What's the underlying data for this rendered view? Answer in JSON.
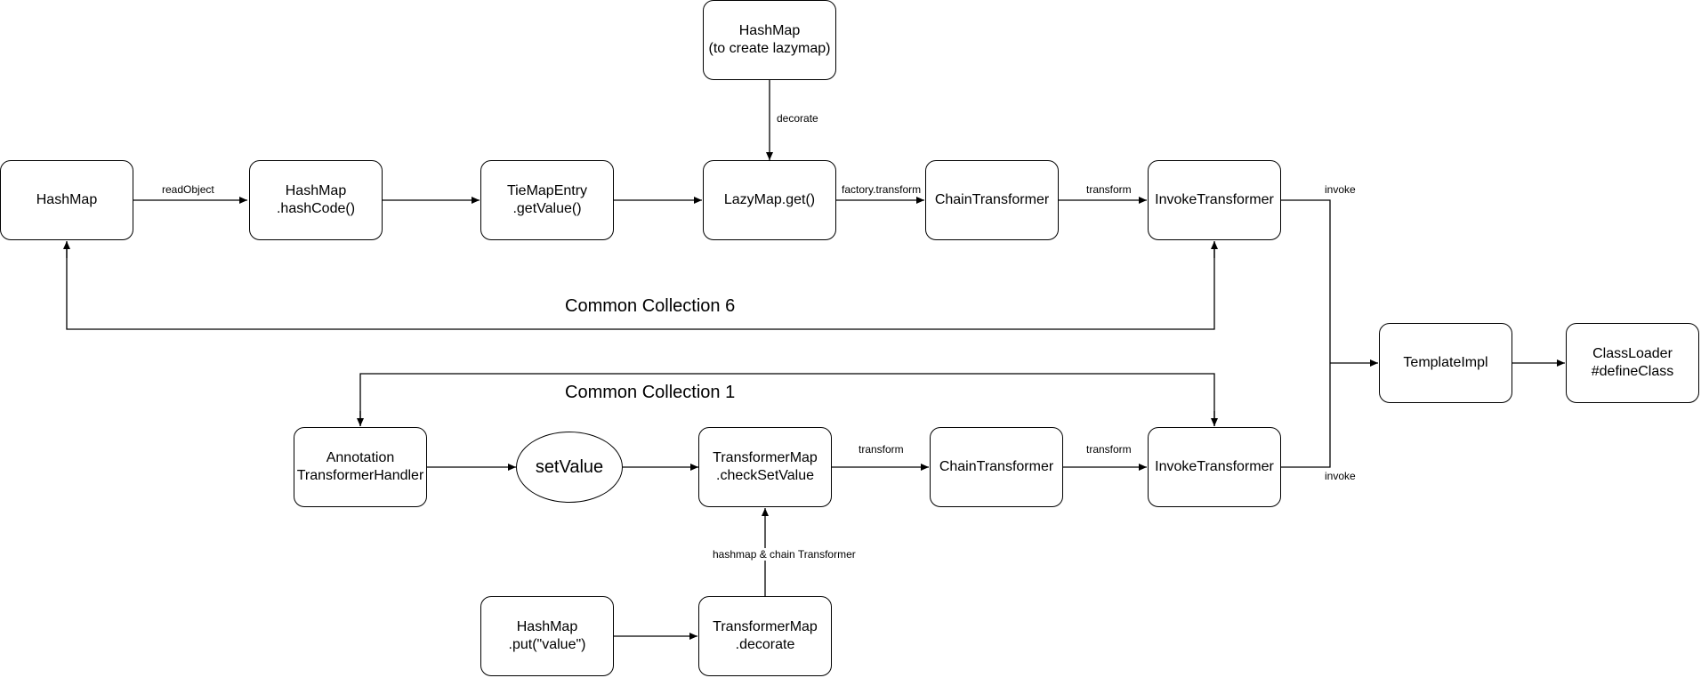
{
  "diagram": {
    "groups": {
      "cc6": "Common Collection 6",
      "cc1": "Common Collection 1"
    },
    "nodes": {
      "hashmap_lazymap": "HashMap\n(to create lazymap)",
      "hashmap_top": "HashMap",
      "hashmap_hashcode": "HashMap\n.hashCode()",
      "tiemapentry": "TieMapEntry\n.getValue()",
      "lazymap_get": "LazyMap.get()",
      "chain_top": "ChainTransformer",
      "invoke_top": "InvokeTransformer",
      "templateimpl": "TemplateImpl",
      "classloader": "ClassLoader\n#defineClass",
      "annotation": "Annotation\nTransformerHandler",
      "setvalue": "setValue",
      "checksetvalue": "TransformerMap\n.checkSetValue",
      "chain_bottom": "ChainTransformer",
      "invoke_bottom": "InvokeTransformer",
      "hashmap_put": "HashMap\n.put(\"value\")",
      "transformermap_decorate": "TransformerMap\n.decorate"
    },
    "edge_labels": {
      "decorate": "decorate",
      "readobject": "readObject",
      "factory_transform": "factory.transform",
      "transform_top": "transform",
      "invoke_top": "invoke",
      "transform_bottom_1": "transform",
      "transform_bottom_2": "transform",
      "invoke_bottom": "invoke",
      "hashmap_chain": "hashmap & chain Transformer"
    }
  }
}
